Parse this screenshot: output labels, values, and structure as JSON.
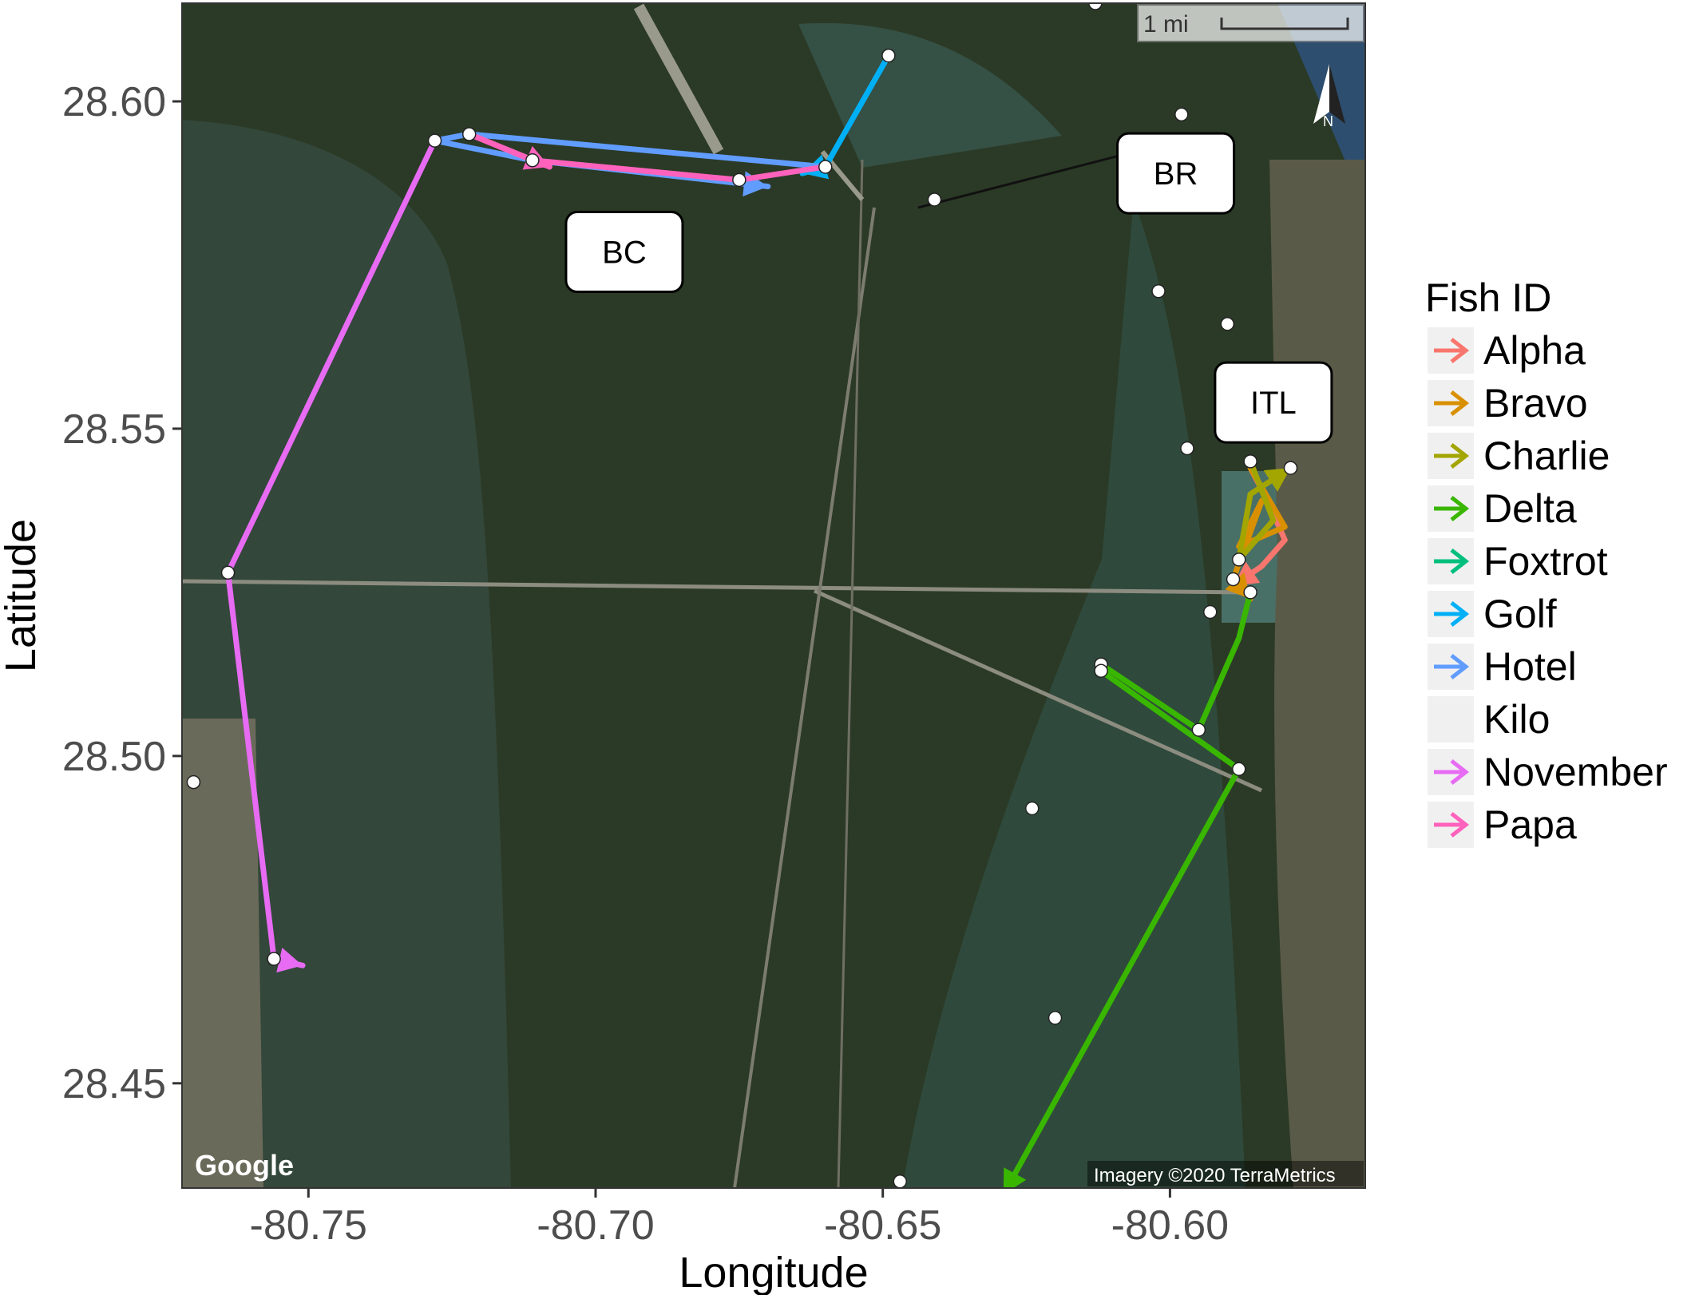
{
  "chart_data": {
    "type": "map-tracks",
    "xlabel": "Longitude",
    "ylabel": "Latitude",
    "xlim": [
      -80.772,
      -80.566
    ],
    "ylim": [
      28.434,
      28.615
    ],
    "x_ticks": [
      -80.75,
      -80.7,
      -80.65,
      -80.6
    ],
    "x_tick_labels": [
      "-80.75",
      "-80.70",
      "-80.65",
      "-80.60"
    ],
    "y_ticks": [
      28.45,
      28.5,
      28.55,
      28.6
    ],
    "y_tick_labels": [
      "28.45",
      "28.50",
      "28.55",
      "28.60"
    ],
    "grid": false,
    "legend": {
      "title": "Fish ID",
      "position": "right",
      "items": [
        {
          "name": "Alpha",
          "color": "#F8766D",
          "arrow": true
        },
        {
          "name": "Bravo",
          "color": "#D89000",
          "arrow": true
        },
        {
          "name": "Charlie",
          "color": "#A3A500",
          "arrow": true
        },
        {
          "name": "Delta",
          "color": "#39B600",
          "arrow": true
        },
        {
          "name": "Foxtrot",
          "color": "#00BF7D",
          "arrow": true
        },
        {
          "name": "Golf",
          "color": "#00B0F6",
          "arrow": true
        },
        {
          "name": "Hotel",
          "color": "#619CFF",
          "arrow": true
        },
        {
          "name": "Kilo",
          "color": "#000000",
          "arrow": false
        },
        {
          "name": "November",
          "color": "#E76BF3",
          "arrow": true
        },
        {
          "name": "Papa",
          "color": "#FF62BC",
          "arrow": true
        }
      ]
    },
    "regions": [
      {
        "label": "BC",
        "lon": -80.695,
        "lat": 28.577
      },
      {
        "label": "BR",
        "lon": -80.599,
        "lat": 28.589
      },
      {
        "label": "ITL",
        "lon": -80.582,
        "lat": 28.554
      }
    ],
    "receivers": [
      [
        -80.613,
        28.615
      ],
      [
        -80.649,
        28.607
      ],
      [
        -80.728,
        28.594
      ],
      [
        -80.722,
        28.595
      ],
      [
        -80.711,
        28.591
      ],
      [
        -80.675,
        28.588
      ],
      [
        -80.66,
        28.59
      ],
      [
        -80.641,
        28.585
      ],
      [
        -80.598,
        28.598
      ],
      [
        -80.602,
        28.571
      ],
      [
        -80.59,
        28.566
      ],
      [
        -80.597,
        28.547
      ],
      [
        -80.586,
        28.545
      ],
      [
        -80.579,
        28.544
      ],
      [
        -80.588,
        28.53
      ],
      [
        -80.589,
        28.527
      ],
      [
        -80.586,
        28.525
      ],
      [
        -80.593,
        28.522
      ],
      [
        -80.764,
        28.528
      ],
      [
        -80.612,
        28.514
      ],
      [
        -80.612,
        28.513
      ],
      [
        -80.595,
        28.504
      ],
      [
        -80.588,
        28.498
      ],
      [
        -80.77,
        28.496
      ],
      [
        -80.624,
        28.492
      ],
      [
        -80.756,
        28.469
      ],
      [
        -80.62,
        28.46
      ],
      [
        -80.647,
        28.435
      ]
    ],
    "series": [
      {
        "name": "Alpha",
        "color": "#F8766D",
        "lon": [
          -80.586,
          -80.583,
          -80.58,
          -80.584,
          -80.589
        ],
        "lat": [
          28.544,
          28.539,
          28.533,
          28.529,
          28.526
        ]
      },
      {
        "name": "Bravo",
        "color": "#D89000",
        "lon": [
          -80.586,
          -80.58,
          -80.588,
          -80.584,
          -80.589,
          -80.586
        ],
        "lat": [
          28.544,
          28.535,
          28.532,
          28.539,
          28.527,
          28.524
        ]
      },
      {
        "name": "Charlie",
        "color": "#A3A500",
        "lon": [
          -80.586,
          -80.582,
          -80.588,
          -80.586,
          -80.579
        ],
        "lat": [
          28.545,
          28.536,
          28.53,
          28.54,
          28.544
        ]
      },
      {
        "name": "Delta",
        "color": "#39B600",
        "lon": [
          -80.586,
          -80.588,
          -80.595,
          -80.612,
          -80.612,
          -80.588,
          -80.629
        ],
        "lat": [
          28.525,
          28.518,
          28.504,
          28.514,
          28.513,
          28.498,
          28.433
        ]
      },
      {
        "name": "Golf",
        "color": "#00B0F6",
        "lon": [
          -80.649,
          -80.66,
          -80.664
        ],
        "lat": [
          28.607,
          28.59,
          28.589
        ]
      },
      {
        "name": "Hotel",
        "color": "#619CFF",
        "lon": [
          -80.66,
          -80.722,
          -80.728,
          -80.711,
          -80.67
        ],
        "lat": [
          28.59,
          28.595,
          28.594,
          28.591,
          28.587
        ]
      },
      {
        "name": "November",
        "color": "#E76BF3",
        "lon": [
          -80.728,
          -80.764,
          -80.756,
          -80.751
        ],
        "lat": [
          28.594,
          28.528,
          28.469,
          28.468
        ]
      },
      {
        "name": "Papa",
        "color": "#FF62BC",
        "lon": [
          -80.66,
          -80.675,
          -80.711,
          -80.722,
          -80.708
        ],
        "lat": [
          28.59,
          28.588,
          28.591,
          28.595,
          28.59
        ]
      }
    ],
    "annotations": {
      "scale_bar": "1 mi",
      "north_arrow": "N",
      "watermark": "Google",
      "credit": "Imagery ©2020 TerraMetrics"
    }
  }
}
